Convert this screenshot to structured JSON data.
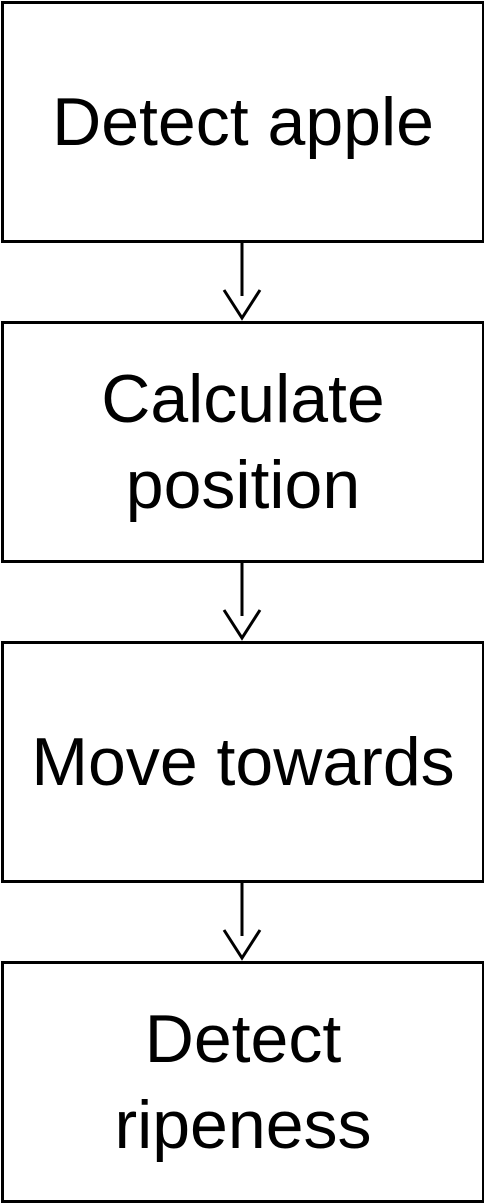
{
  "steps": [
    {
      "lines": [
        "Detect apple"
      ]
    },
    {
      "lines": [
        "Calculate",
        "position"
      ]
    },
    {
      "lines": [
        "Move towards"
      ]
    },
    {
      "lines": [
        "Detect",
        "ripeness"
      ]
    }
  ],
  "colors": {
    "stroke": "#000000",
    "fill": "#ffffff"
  }
}
